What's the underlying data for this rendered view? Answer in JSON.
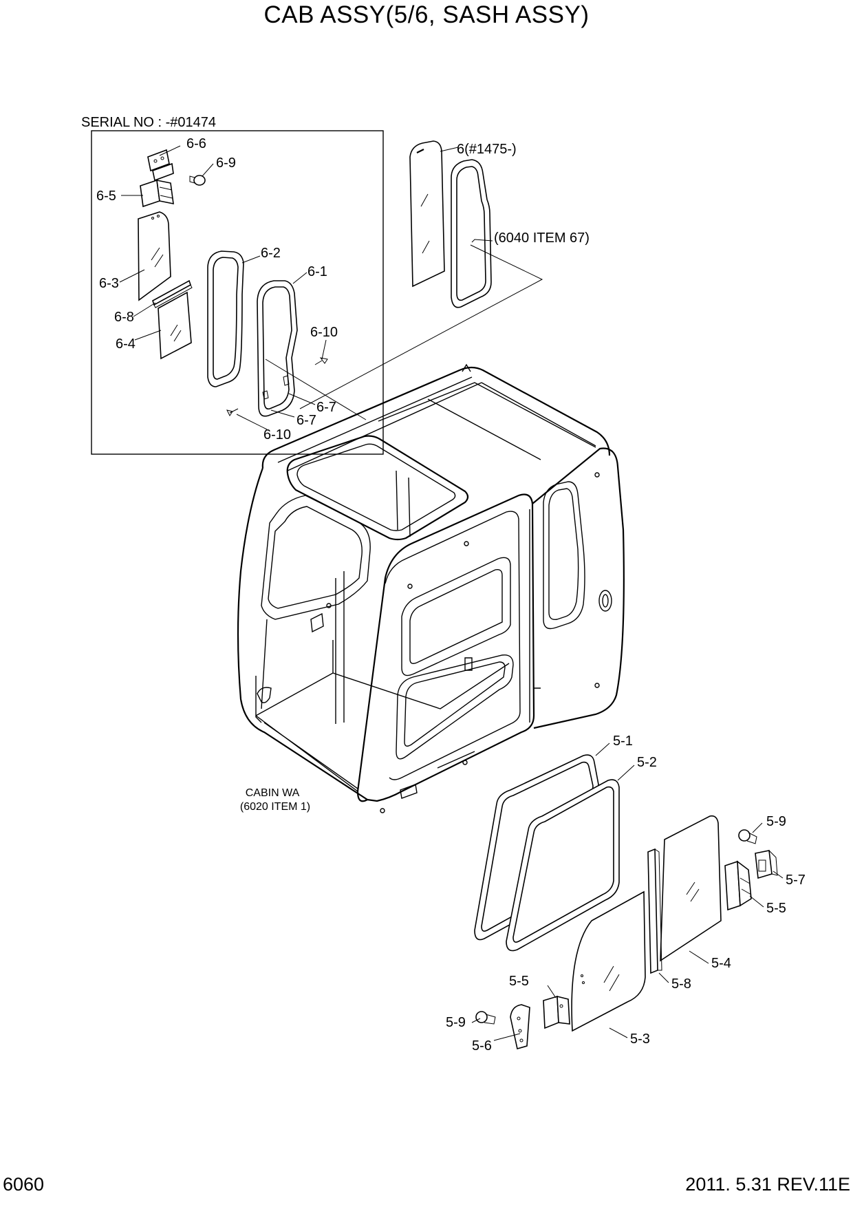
{
  "header": {
    "title": "CAB ASSY(5/6, SASH ASSY)"
  },
  "footer": {
    "page_number": "6060",
    "revision": "2011. 5.31  REV.11E"
  },
  "inset": {
    "serial_label": "SERIAL NO : -#01474"
  },
  "notes": {
    "ref_6040": "(6040 ITEM 67)",
    "cabin_line1": "CABIN WA",
    "cabin_line2": "(6020 ITEM 1)"
  },
  "callouts": {
    "p6_new": "6(#1475-)",
    "p6_6": "6-6",
    "p6_9": "6-9",
    "p6_5": "6-5",
    "p6_3": "6-3",
    "p6_2": "6-2",
    "p6_1": "6-1",
    "p6_8": "6-8",
    "p6_4": "6-4",
    "p6_10a": "6-10",
    "p6_7a": "6-7",
    "p6_7b": "6-7",
    "p6_10b": "6-10",
    "p5_1": "5-1",
    "p5_2": "5-2",
    "p5_9a": "5-9",
    "p5_7": "5-7",
    "p5_5a": "5-5",
    "p5_4": "5-4",
    "p5_8": "5-8",
    "p5_5b": "5-5",
    "p5_9b": "5-9",
    "p5_6": "5-6",
    "p5_3": "5-3"
  }
}
